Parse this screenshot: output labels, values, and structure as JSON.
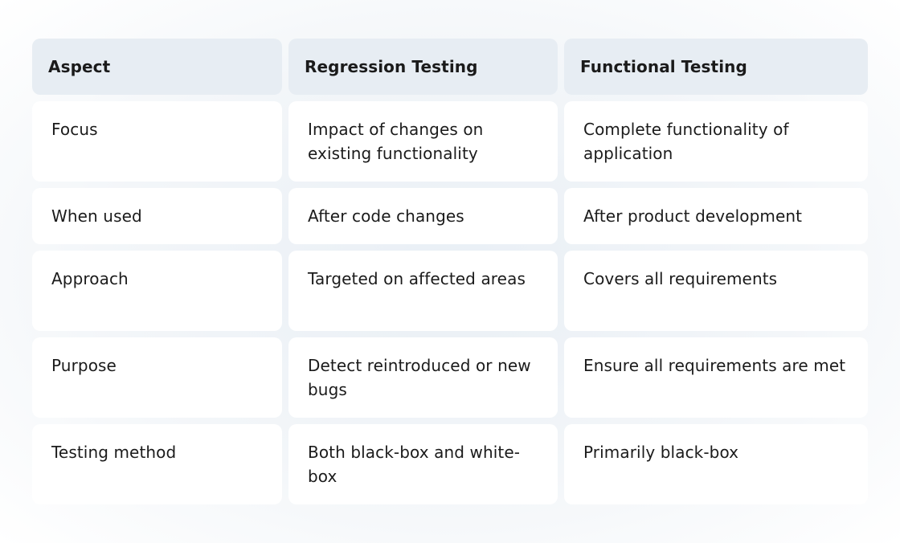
{
  "table": {
    "headers": [
      "Aspect",
      "Regression Testing",
      "Functional Testing"
    ],
    "rows": [
      [
        "Focus",
        "Impact of changes on existing functionality",
        "Complete functionality of application"
      ],
      [
        "When used",
        "After code changes",
        "After product development"
      ],
      [
        "Approach",
        "Targeted on affected areas",
        "Covers all requirements"
      ],
      [
        "Purpose",
        "Detect reintroduced or new bugs",
        "Ensure all requirements are met"
      ],
      [
        "Testing method",
        "Both black-box and white-box",
        "Primarily black-box"
      ]
    ]
  },
  "colors": {
    "header_bg": "#e7edf3",
    "cell_bg": "#ffffff",
    "text": "#1b1b1b"
  }
}
